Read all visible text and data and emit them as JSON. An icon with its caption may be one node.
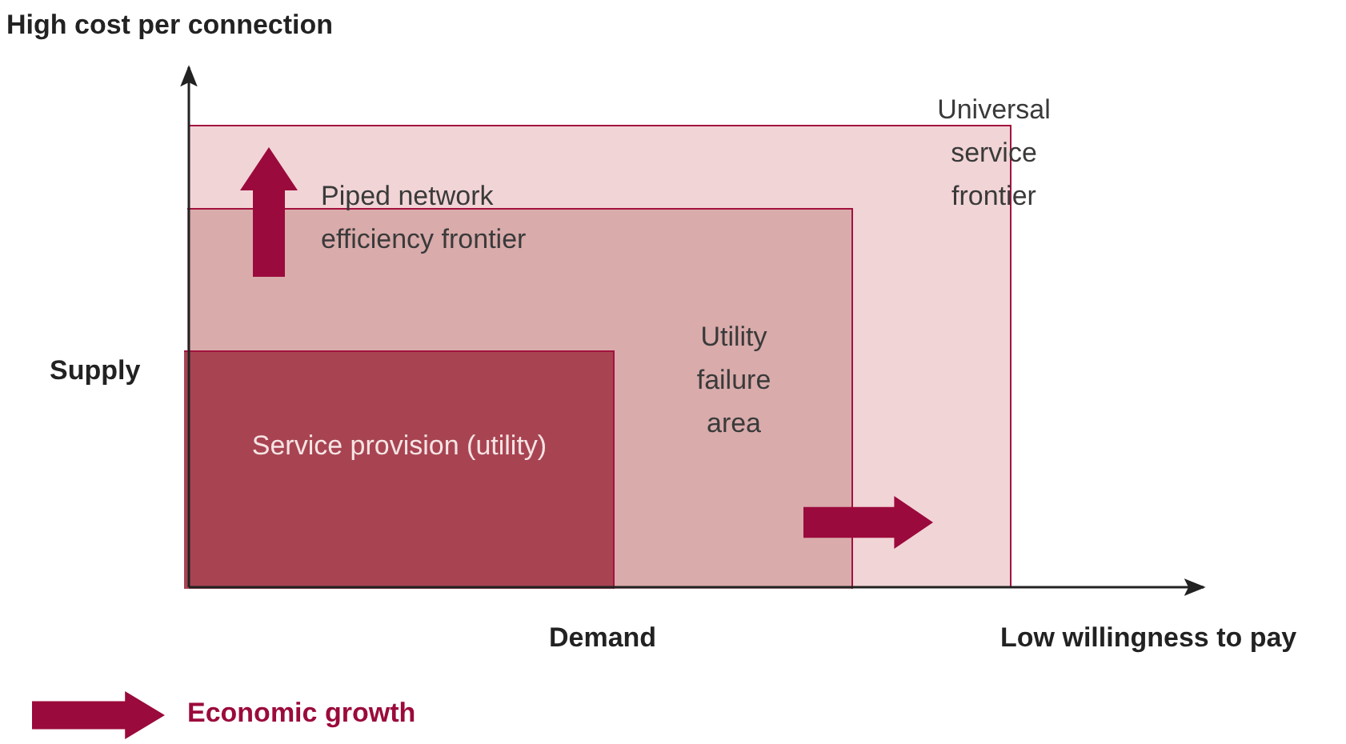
{
  "diagram": {
    "nodes": [
      {
        "text": [
          "Universal service frontier"
        ]
      },
      {
        "text": [
          "Piped network efficiency frontier",
          "Utility failure area"
        ],
        "in": 0
      },
      {
        "text": [
          "Service provision (utility)"
        ],
        "in": 1
      }
    ],
    "labels": [
      "High cost per connection",
      "Supply",
      "Demand",
      "Low willingness to pay"
    ],
    "legend": [
      {
        "text": "Economic growth"
      }
    ]
  }
}
